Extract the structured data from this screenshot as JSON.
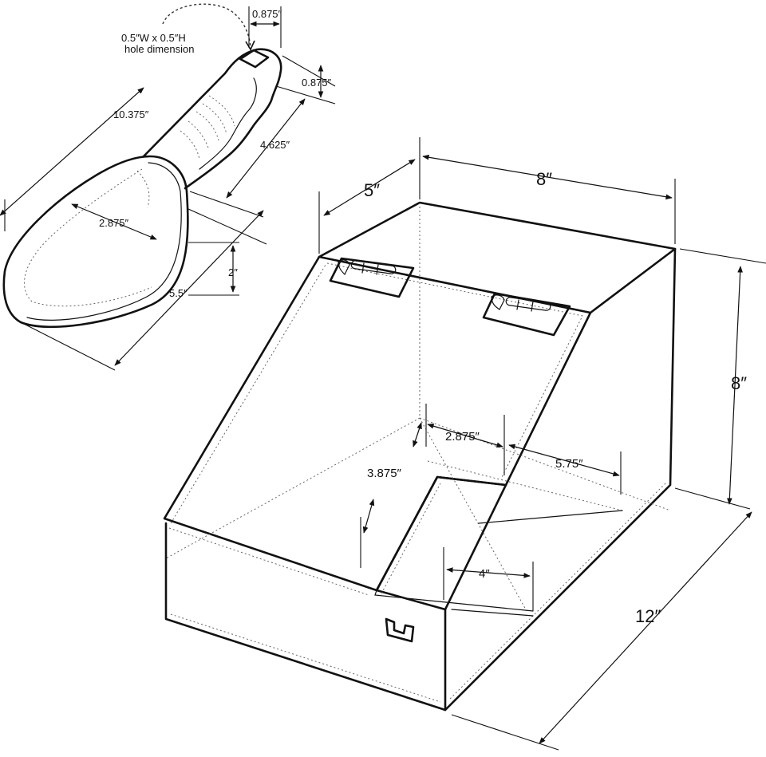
{
  "labels": {
    "hole_note_line1": "0.5″W x 0.5″H",
    "hole_note_line2": "hole dimension",
    "scoop_hole_width": "0.875″",
    "scoop_handle_depth": "0.875″",
    "scoop_length": "10.375″",
    "scoop_handle_length": "4.625″",
    "scoop_width": "2.875″",
    "scoop_height": "2″",
    "scoop_bowl_length": "5.5″",
    "bin_top_depth": "5″",
    "bin_width": "8″",
    "bin_height": "8″",
    "bin_depth": "12″",
    "opening_width": "2.875″",
    "opening_height": "3.875″",
    "opening_side": "5.75″",
    "opening_bottom": "4″"
  }
}
